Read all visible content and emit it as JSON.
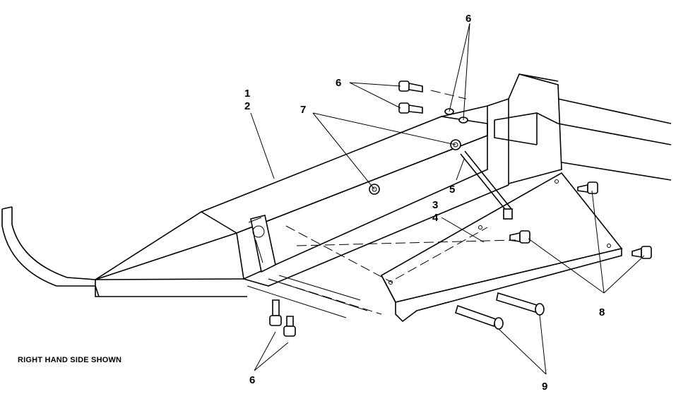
{
  "caption": "RIGHT HAND SIDE SHOWN",
  "callouts": {
    "c1": "1",
    "c2": "2",
    "c3": "3",
    "c4": "4",
    "c5": "5",
    "c6_top": "6",
    "c6_left": "6",
    "c6_bottom": "6",
    "c7": "7",
    "c8": "8",
    "c9": "9"
  }
}
